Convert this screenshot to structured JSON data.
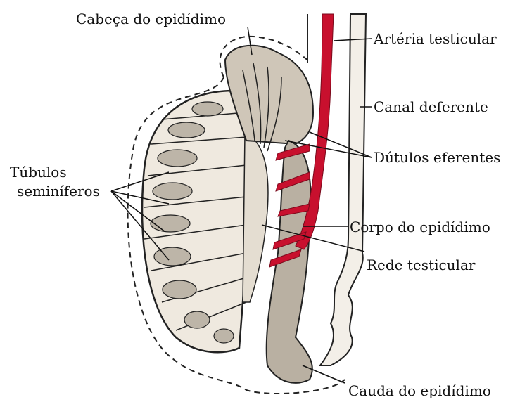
{
  "labels": {
    "cabeca": "Cabeça do epidídimo",
    "arteria": "Artéria testicular",
    "canal": "Canal deferente",
    "dutulos": "Dútulos eferentes",
    "tubulos_line1": "Túbulos",
    "tubulos_line2": "seminíferos",
    "corpo": "Corpo do epidídimo",
    "rede": "Rede testicular",
    "cauda": "Cauda do epidídimo"
  },
  "colors": {
    "artery": "#c8102e",
    "outline": "#222222",
    "testis_fill": "#efe9df",
    "epididymis_fill": "#d9d2c6"
  }
}
